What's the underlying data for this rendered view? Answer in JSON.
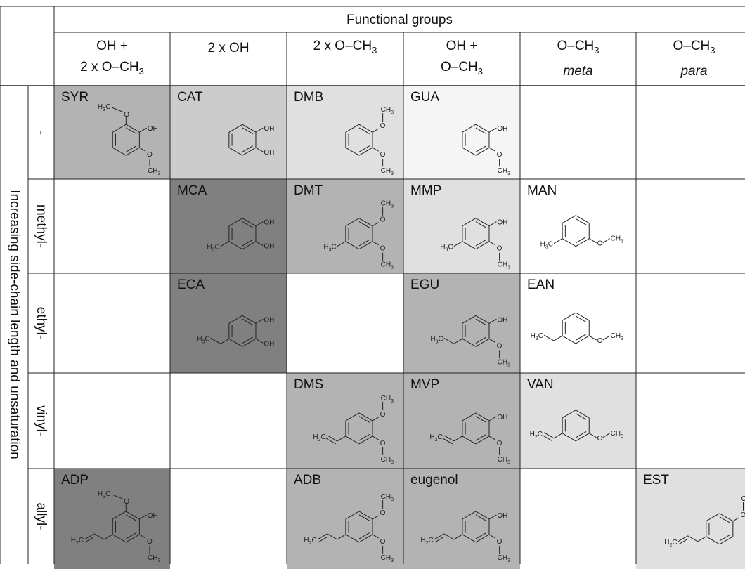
{
  "header": {
    "title": "Functional groups",
    "columns": [
      {
        "l1": "OH +",
        "l2a": "2 x O–CH",
        "l2sub": "3",
        "l2i": ""
      },
      {
        "l1": "2 x OH",
        "l2a": "",
        "l2sub": "",
        "l2i": ""
      },
      {
        "l1": "2 x O–CH",
        "l1sub": "3",
        "l2a": "",
        "l2sub": "",
        "l2i": ""
      },
      {
        "l1": "OH +",
        "l2a": "O–CH",
        "l2sub": "3",
        "l2i": ""
      },
      {
        "l1": "O–CH",
        "l1sub": "3",
        "l2a": "",
        "l2sub": "",
        "l2i": "meta"
      },
      {
        "l1": "O–CH",
        "l1sub": "3",
        "l2a": "",
        "l2sub": "",
        "l2i": "para"
      }
    ]
  },
  "side_title": "Increasing side-chain length and unsaturation",
  "rows": [
    "-",
    "methyl-",
    "ethyl-",
    "vinyl-",
    "allyl-"
  ],
  "colors": {
    "c1": "#b3b3b3",
    "c2": "#cccccc",
    "c3": "#e0e0e0",
    "c4": "#f5f5f5",
    "c5": "#808080",
    "c6": "#999999"
  },
  "cells": [
    {
      "row": 0,
      "col": 0,
      "abbr": "SYR",
      "shade": "#b3b3b3",
      "mol": "syr"
    },
    {
      "row": 0,
      "col": 1,
      "abbr": "CAT",
      "shade": "#cccccc",
      "mol": "cat"
    },
    {
      "row": 0,
      "col": 2,
      "abbr": "DMB",
      "shade": "#e0e0e0",
      "mol": "dmb"
    },
    {
      "row": 0,
      "col": 3,
      "abbr": "GUA",
      "shade": "#f5f5f5",
      "mol": "gua"
    },
    {
      "row": 1,
      "col": 1,
      "abbr": "MCA",
      "shade": "#808080",
      "mol": "mca"
    },
    {
      "row": 1,
      "col": 2,
      "abbr": "DMT",
      "shade": "#b3b3b3",
      "mol": "dmt"
    },
    {
      "row": 1,
      "col": 3,
      "abbr": "MMP",
      "shade": "#e0e0e0",
      "mol": "mmp"
    },
    {
      "row": 1,
      "col": 4,
      "abbr": "MAN",
      "shade": "#ffffff",
      "mol": "man"
    },
    {
      "row": 2,
      "col": 1,
      "abbr": "ECA",
      "shade": "#808080",
      "mol": "eca"
    },
    {
      "row": 2,
      "col": 3,
      "abbr": "EGU",
      "shade": "#b3b3b3",
      "mol": "egu"
    },
    {
      "row": 2,
      "col": 4,
      "abbr": "EAN",
      "shade": "#ffffff",
      "mol": "ean"
    },
    {
      "row": 3,
      "col": 2,
      "abbr": "DMS",
      "shade": "#b3b3b3",
      "mol": "dms"
    },
    {
      "row": 3,
      "col": 3,
      "abbr": "MVP",
      "shade": "#b3b3b3",
      "mol": "mvp"
    },
    {
      "row": 3,
      "col": 4,
      "abbr": "VAN",
      "shade": "#e0e0e0",
      "mol": "van"
    },
    {
      "row": 4,
      "col": 0,
      "abbr": "ADP",
      "shade": "#808080",
      "mol": "adp"
    },
    {
      "row": 4,
      "col": 2,
      "abbr": "ADB",
      "shade": "#b3b3b3",
      "mol": "adb"
    },
    {
      "row": 4,
      "col": 3,
      "abbr": "eugenol",
      "shade": "#b3b3b3",
      "mol": "eug"
    },
    {
      "row": 4,
      "col": 5,
      "abbr": "EST",
      "shade": "#e0e0e0",
      "mol": "est"
    }
  ],
  "atoms": {
    "oh": "OH",
    "o": "O",
    "ch3": "CH",
    "ch3sub": "3",
    "h3c": "H",
    "h3csub": "3",
    "h3ctail": "C",
    "h2c": "H",
    "h2csub": "2",
    "h2ctail": "C"
  }
}
